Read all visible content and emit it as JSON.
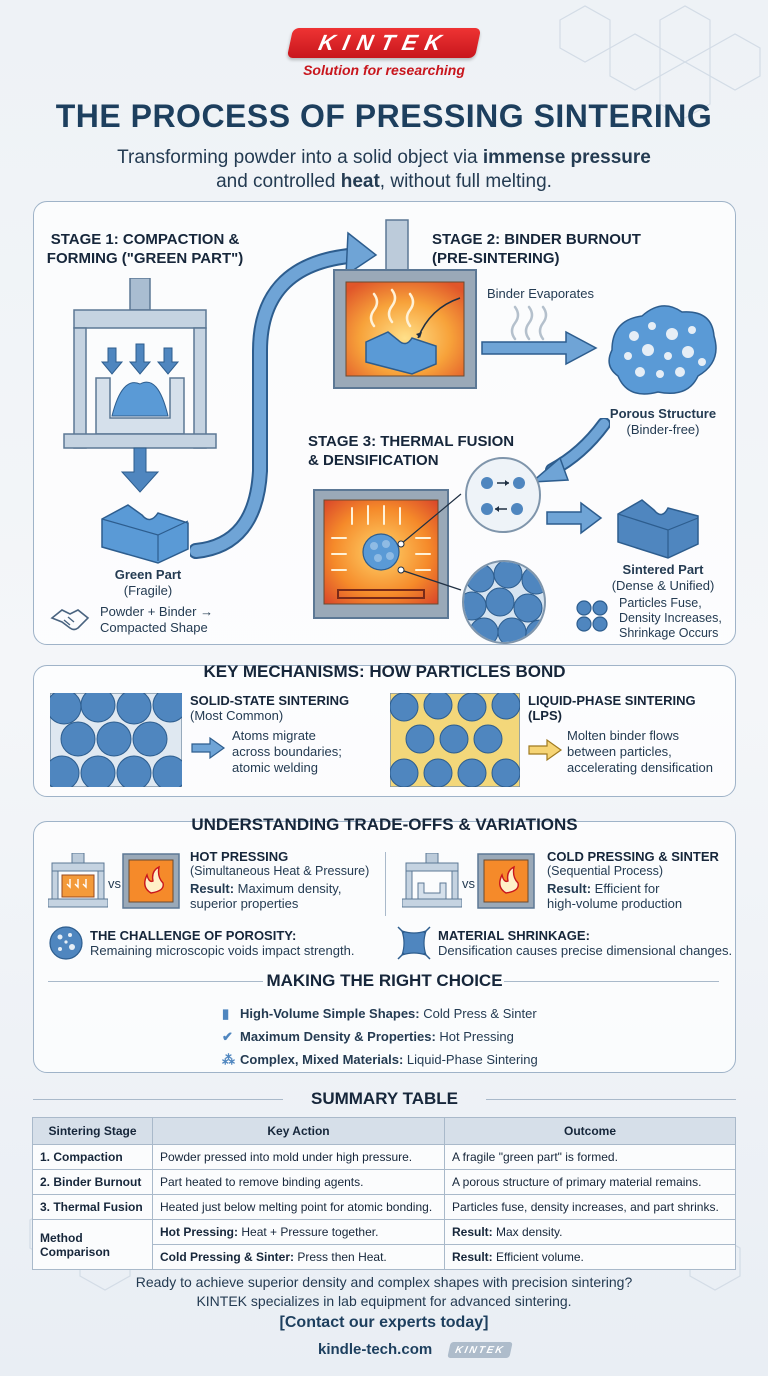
{
  "brand": {
    "logo_text": "KINTEK",
    "tagline": "Solution for researching"
  },
  "header": {
    "title": "THE PROCESS OF PRESSING SINTERING",
    "subtitle_a": "Transforming powder into a solid object via ",
    "subtitle_b": "immense pressure",
    "subtitle_c": "and controlled ",
    "subtitle_d": "heat",
    "subtitle_e": ", without full melting."
  },
  "stages": {
    "s1_title_1": "STAGE 1: COMPACTION &",
    "s1_title_2": "FORMING (\"GREEN PART\")",
    "s1_part": "Green Part",
    "s1_part_sub": "(Fragile)",
    "s1_note_1": "Powder + Binder →",
    "s1_note_2": "Compacted Shape",
    "s2_title_1": "STAGE 2: BINDER BURNOUT",
    "s2_title_2": "(PRE-SINTERING)",
    "s2_label": "Binder Evaporates",
    "s2_out": "Porous Structure",
    "s2_out_sub": "(Binder-free)",
    "s3_title_1": "STAGE 3: THERMAL FUSION",
    "s3_title_2": "& DENSIFICATION",
    "s3_out": "Sintered Part",
    "s3_out_sub": "(Dense & Unified)",
    "s3_note_1": "Particles Fuse,",
    "s3_note_2": "Density Increases,",
    "s3_note_3": "Shrinkage Occurs"
  },
  "mechanisms": {
    "title": "KEY MECHANISMS: HOW PARTICLES BOND",
    "solid_title": "SOLID-STATE SINTERING",
    "solid_sub": "(Most Common)",
    "solid_desc_1": "Atoms migrate",
    "solid_desc_2": "across boundaries;",
    "solid_desc_3": "atomic welding",
    "liquid_title": "LIQUID-PHASE SINTERING",
    "liquid_sub": "(LPS)",
    "liquid_desc_1": "Molten binder flows",
    "liquid_desc_2": "between particles,",
    "liquid_desc_3": "accelerating densification"
  },
  "tradeoffs": {
    "title": "UNDERSTANDING TRADE-OFFS & VARIATIONS",
    "vs": "vs",
    "hot_title": "HOT PRESSING",
    "hot_sub": "(Simultaneous Heat & Pressure)",
    "hot_result_label": "Result:",
    "hot_result_1": " Maximum density,",
    "hot_result_2": "superior properties",
    "cold_title": "COLD PRESSING & SINTER",
    "cold_sub": "(Sequential Process)",
    "cold_result_label": "Result:",
    "cold_result_1": " Efficient for",
    "cold_result_2": "high-volume production",
    "porosity_title": "THE CHALLENGE OF POROSITY:",
    "porosity_desc": "Remaining microscopic voids impact strength.",
    "shrink_title": "MATERIAL SHRINKAGE:",
    "shrink_desc": "Densification causes precise dimensional changes.",
    "choice_title": "MAKING THE RIGHT CHOICE",
    "choice_1_label": "High-Volume Simple Shapes:",
    "choice_1_value": " Cold Press & Sinter",
    "choice_2_label": "Maximum Density & Properties:",
    "choice_2_value": " Hot Pressing",
    "choice_3_label": "Complex, Mixed Materials:",
    "choice_3_value": " Liquid-Phase Sintering"
  },
  "summary": {
    "title": "SUMMARY TABLE",
    "headers": [
      "Sintering Stage",
      "Key Action",
      "Outcome"
    ],
    "rows": [
      [
        "1. Compaction",
        "Powder pressed into mold under high pressure.",
        "A fragile \"green part\" is formed."
      ],
      [
        "2. Binder Burnout",
        "Part heated to remove binding agents.",
        "A porous structure of primary material remains."
      ],
      [
        "3. Thermal Fusion",
        "Heated just below melting point for atomic bonding.",
        "Particles fuse, density increases, and part shrinks."
      ]
    ],
    "method_label": "Method Comparison",
    "method_hot_label": "Hot Pressing:",
    "method_hot_value": " Heat + Pressure together.",
    "method_hot_result_label": "Result:",
    "method_hot_result_value": " Max density.",
    "method_cold_label": "Cold Pressing & Sinter:",
    "method_cold_value": " Press then Heat.",
    "method_cold_result_label": "Result:",
    "method_cold_result_value": " Efficient volume."
  },
  "footer": {
    "line_1": "Ready to achieve superior density and complex shapes with precision sintering?",
    "line_2": "KINTEK specializes in lab equipment for advanced sintering.",
    "cta": "[Contact our experts today]",
    "site": "kindle-tech.com",
    "badge": "KINTEK"
  },
  "colors": {
    "brand_red": "#c8161d",
    "navy": "#1d3f5e",
    "steel_blue": "#4f86bf",
    "flame_orange": "#f28a1e"
  }
}
